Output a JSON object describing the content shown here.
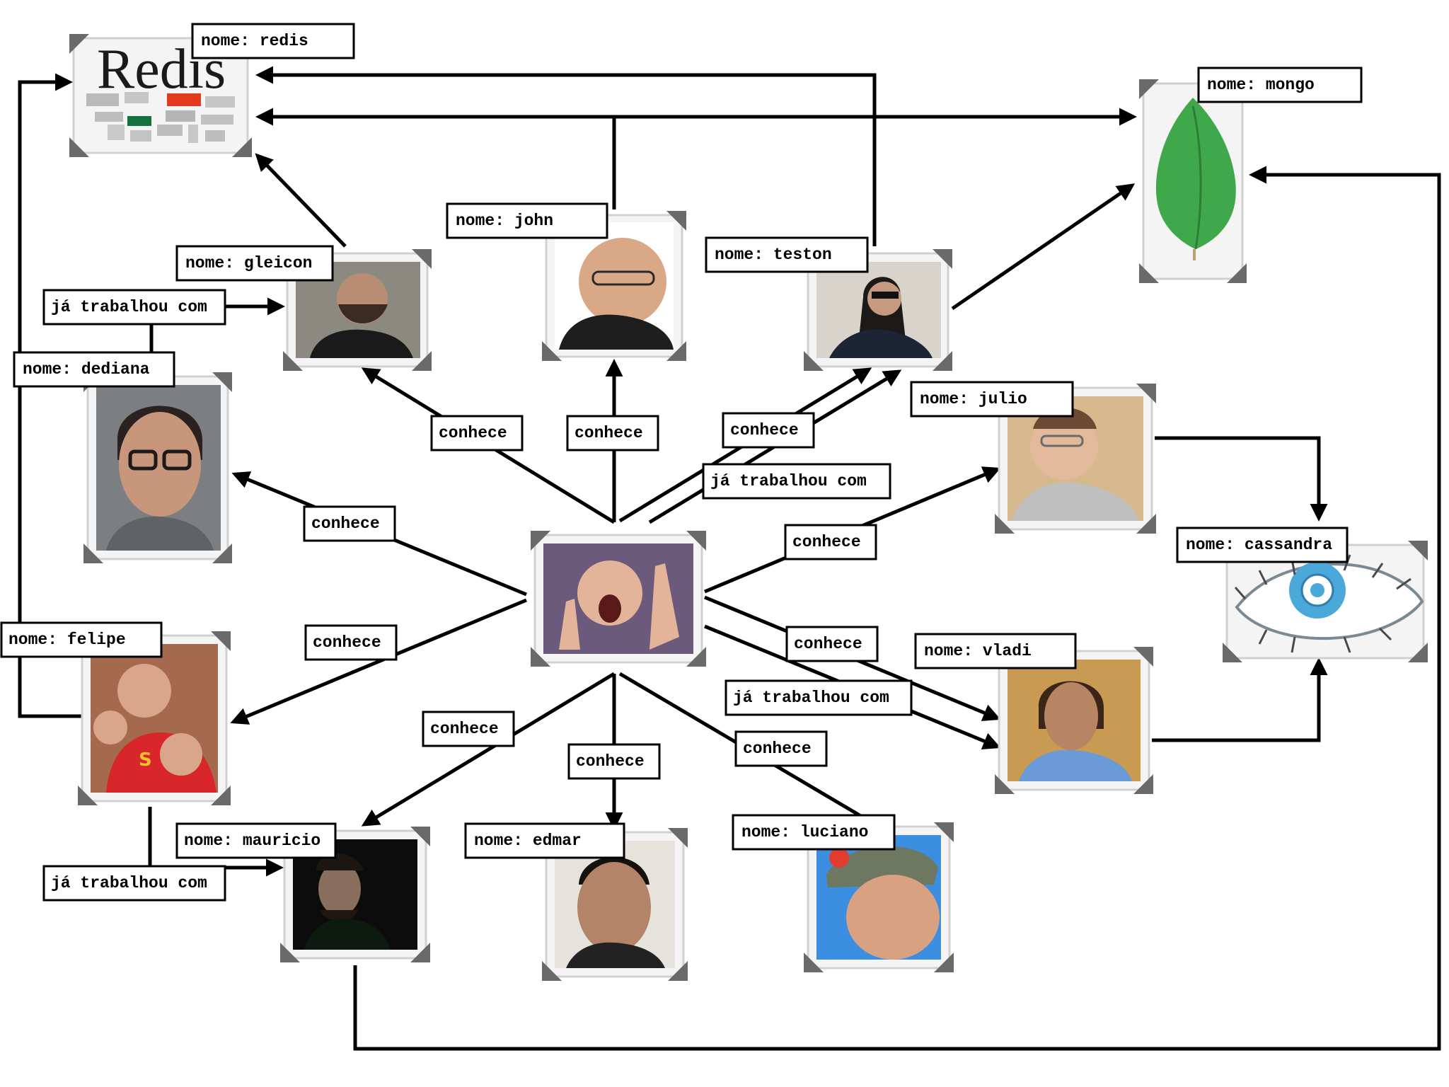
{
  "colors": {
    "line": "#000000",
    "redis_red": "#e2391f",
    "redis_green": "#15713e",
    "mongo_green": "#3fa84a",
    "cassandra_blue": "#4aa9d8"
  },
  "nodes": {
    "redis": {
      "label": "nome: redis",
      "icon": "redis-logo-icon",
      "logo_text": "Redis"
    },
    "mongo": {
      "label": "nome: mongo",
      "icon": "mongo-leaf-icon"
    },
    "cassandra": {
      "label": "nome: cassandra",
      "icon": "cassandra-eye-icon"
    },
    "john": {
      "label": "nome: john",
      "icon": "person-photo-icon"
    },
    "gleicon": {
      "label": "nome: gleicon",
      "icon": "person-photo-icon"
    },
    "teston": {
      "label": "nome: teston",
      "icon": "person-photo-icon"
    },
    "dediana": {
      "label": "nome: dediana",
      "icon": "person-photo-icon"
    },
    "julio": {
      "label": "nome: julio",
      "icon": "person-photo-icon"
    },
    "felipe": {
      "label": "nome: felipe",
      "icon": "person-photo-icon"
    },
    "vladi": {
      "label": "nome: vladi",
      "icon": "person-photo-icon"
    },
    "mauricio": {
      "label": "nome: mauricio",
      "icon": "person-photo-icon"
    },
    "edmar": {
      "label": "nome: edmar",
      "icon": "person-photo-icon"
    },
    "luciano": {
      "label": "nome: luciano",
      "icon": "person-photo-icon"
    },
    "center": {
      "label": "",
      "icon": "person-photo-icon"
    }
  },
  "relations": {
    "knows": "conhece",
    "worked_with": "já trabalhou com"
  }
}
